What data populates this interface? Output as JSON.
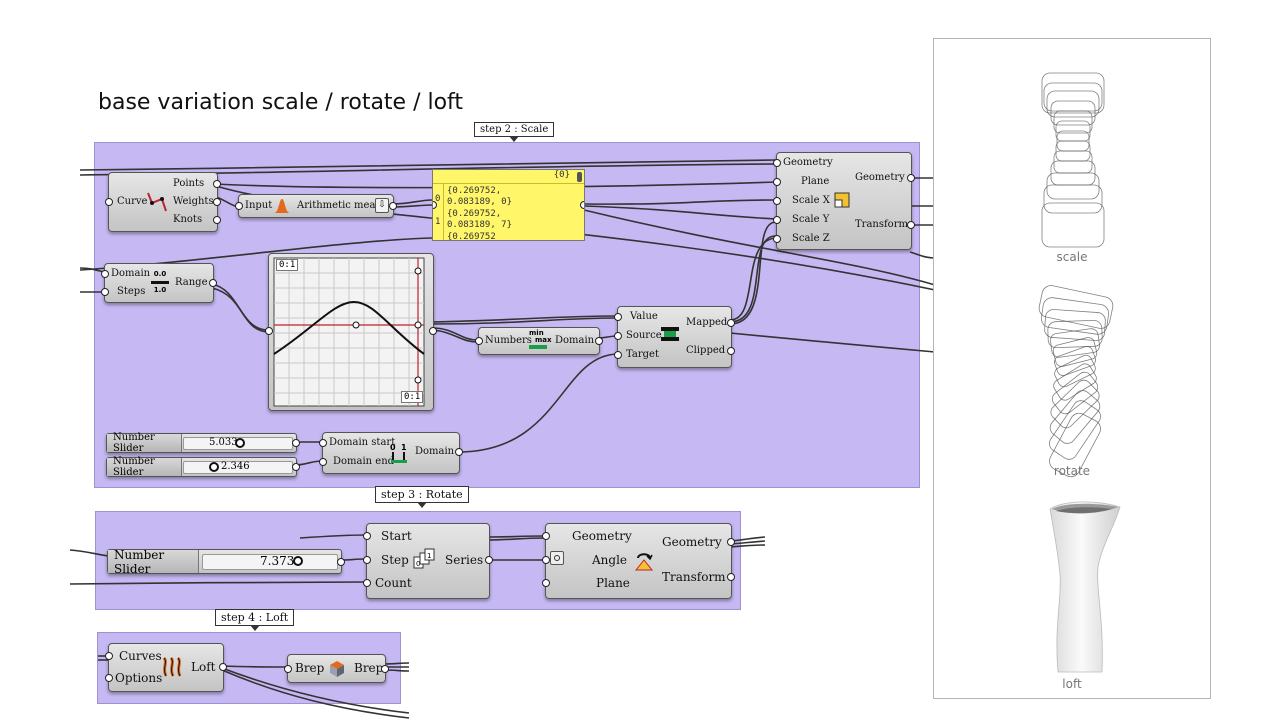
{
  "title": "base variation scale / rotate / loft",
  "groups": {
    "scale": {
      "tag": "step 2 : Scale",
      "color": "#c6b8f2"
    },
    "rotate": {
      "tag": "step 3 : Rotate"
    },
    "loft": {
      "tag": "step 4 : Loft"
    }
  },
  "components": {
    "curve_params": {
      "input": "Curve",
      "outputs": [
        "Points",
        "Weights",
        "Knots"
      ],
      "icon": "nurbs-curve-icon"
    },
    "arith_mean": {
      "input": "Input",
      "label": "Arithmetic mean",
      "icon": "bell-curve-icon"
    },
    "panel": {
      "header": "{0}",
      "rows": [
        {
          "index": "0",
          "text": "{0.269752,\n0.083189, 0}"
        },
        {
          "index": "1",
          "text": "{0.269752,\n0.083189, 7}"
        },
        {
          "index": "",
          "text": "{0.269752"
        }
      ]
    },
    "scale_nu": {
      "inputs": [
        "Geometry",
        "Plane",
        "Scale X",
        "Scale Y",
        "Scale Z"
      ],
      "outputs": [
        "Geometry",
        "Transform"
      ],
      "icon": "scale-icon"
    },
    "range": {
      "inputs": [
        "Domain",
        "Steps"
      ],
      "output": "Range",
      "icon_text": [
        "0.0",
        "1.0"
      ]
    },
    "graph": {
      "corner_top": "0:1",
      "corner_bottom": "0:1",
      "type": "bell curve"
    },
    "remap": {
      "inputs": [
        "Value",
        "Source",
        "Target"
      ],
      "outputs": [
        "Mapped",
        "Clipped"
      ],
      "icon": "remap-icon"
    },
    "bounds": {
      "input": "Numbers",
      "output": "Domain",
      "icon_text": [
        "min",
        "max"
      ]
    },
    "slider1": {
      "name": "Number Slider",
      "value": "5.033"
    },
    "slider2": {
      "name": "Number Slider",
      "value": "2.346"
    },
    "construct_domain": {
      "inputs": [
        "Domain start",
        "Domain end"
      ],
      "output": "Domain"
    },
    "slider3": {
      "name": "Number Slider",
      "value": "7.373"
    },
    "series": {
      "inputs": [
        "Start",
        "Step",
        "Count"
      ],
      "output": "Series",
      "icon": "series-icon"
    },
    "rotate": {
      "inputs": [
        "Geometry",
        "Angle",
        "Plane"
      ],
      "outputs": [
        "Geometry",
        "Transform"
      ],
      "icon": "rotate-icon"
    },
    "loft": {
      "inputs": [
        "Curves",
        "Options"
      ],
      "output": "Loft",
      "icon": "loft-icon"
    },
    "brep": {
      "input": "Brep",
      "output": "Brep",
      "icon": "brep-icon"
    }
  },
  "previews": [
    {
      "label": "scale"
    },
    {
      "label": "rotate"
    },
    {
      "label": "loft"
    }
  ]
}
